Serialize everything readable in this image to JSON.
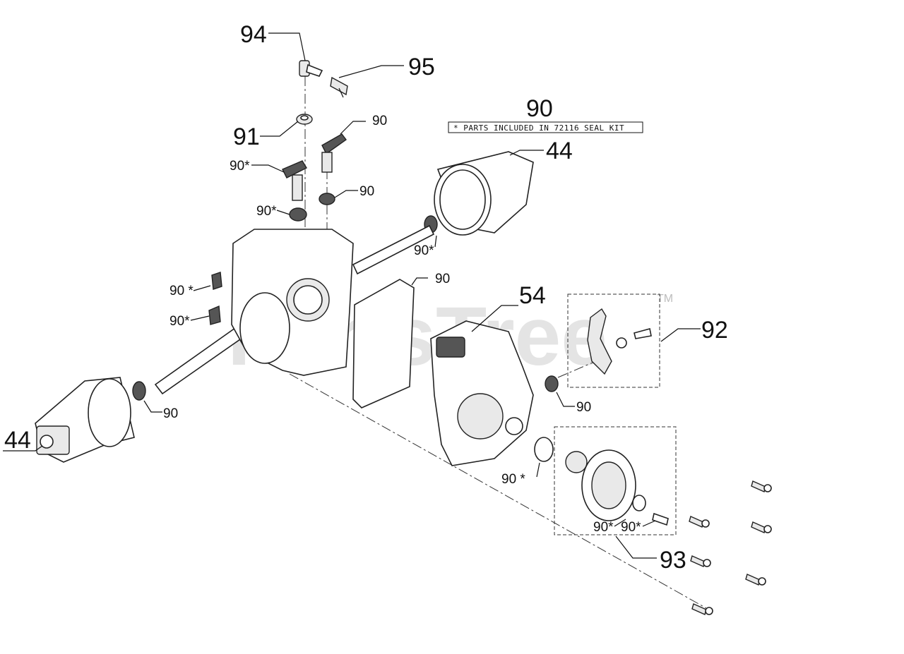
{
  "watermark": {
    "text": "PartsTree",
    "trademark": "TM"
  },
  "note": {
    "number": "90",
    "text": "* PARTS INCLUDED IN 72116 SEAL KIT"
  },
  "callouts": [
    {
      "id": "c94",
      "label": "94"
    },
    {
      "id": "c95",
      "label": "95"
    },
    {
      "id": "c91",
      "label": "91"
    },
    {
      "id": "c90a",
      "label": "90"
    },
    {
      "id": "c90b",
      "label": "90*"
    },
    {
      "id": "c90c",
      "label": "90"
    },
    {
      "id": "c90d",
      "label": "90*"
    },
    {
      "id": "c44a",
      "label": "44"
    },
    {
      "id": "c90e",
      "label": "90*"
    },
    {
      "id": "c90f",
      "label": "90"
    },
    {
      "id": "c90g",
      "label": "90 *"
    },
    {
      "id": "c90h",
      "label": "90*"
    },
    {
      "id": "c54",
      "label": "54"
    },
    {
      "id": "c92",
      "label": "92"
    },
    {
      "id": "c90i",
      "label": "90"
    },
    {
      "id": "c90j",
      "label": "90"
    },
    {
      "id": "c44b",
      "label": "44"
    },
    {
      "id": "c90k",
      "label": "90 *"
    },
    {
      "id": "c90l",
      "label": "90*"
    },
    {
      "id": "c90m",
      "label": "90*"
    },
    {
      "id": "c93",
      "label": "93"
    }
  ]
}
